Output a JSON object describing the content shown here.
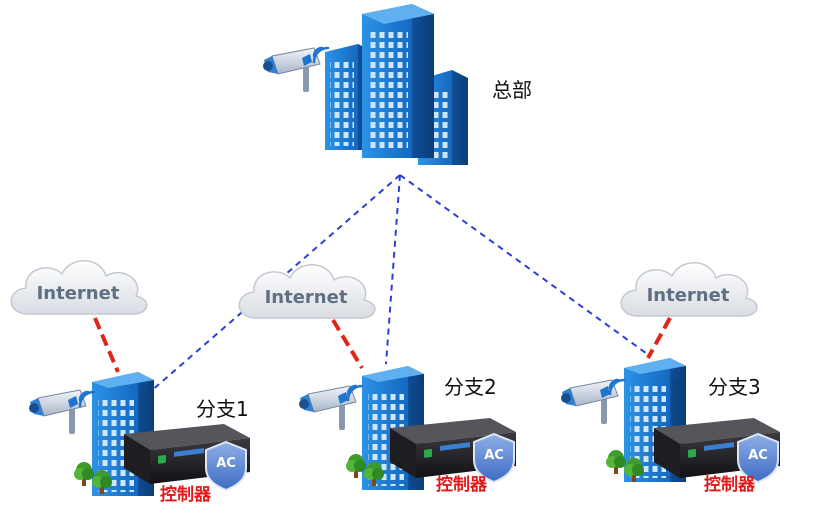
{
  "headquarters": {
    "label": "总部",
    "icon": "office-buildings-icon"
  },
  "branches": [
    {
      "label": "分支1",
      "controller_label": "控制器",
      "badge": "AC"
    },
    {
      "label": "分支2",
      "controller_label": "控制器",
      "badge": "AC"
    },
    {
      "label": "分支3",
      "controller_label": "控制器",
      "badge": "AC"
    }
  ],
  "clouds": [
    {
      "label": "Internet"
    },
    {
      "label": "Internet"
    },
    {
      "label": "Internet"
    }
  ],
  "colors": {
    "vpn_link": "#2b3fd6",
    "internet_link": "#e0261b",
    "building": "#1c7fd6",
    "controller_text": "#e01a1a"
  }
}
